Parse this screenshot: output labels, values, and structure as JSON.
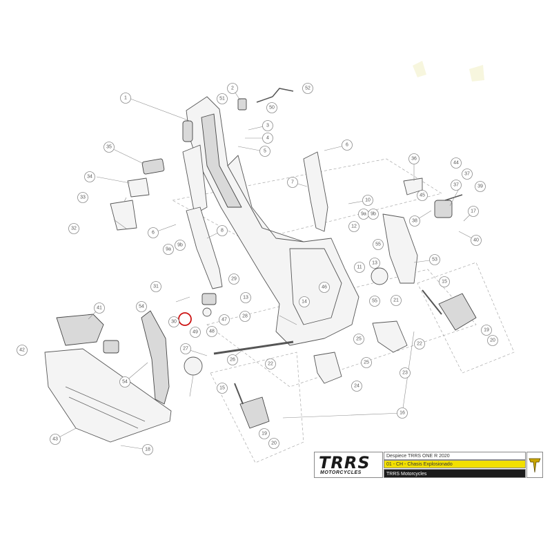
{
  "title_block": {
    "brand": "TRRS",
    "brand_sub": "MOTORCYCLES",
    "line1": "Despiece TRRS ONE R 2020",
    "line2": "01 - CH - Chasis Explosionado",
    "line3": "TRRS Motorcycles",
    "accent_color": "#f2e000",
    "dark_color": "#1c1c1c"
  },
  "highlight_color": "#cc1111",
  "callouts": [
    {
      "label": "1"
    },
    {
      "label": "2"
    },
    {
      "label": "3"
    },
    {
      "label": "4"
    },
    {
      "label": "5"
    },
    {
      "label": "6"
    },
    {
      "label": "6"
    },
    {
      "label": "7"
    },
    {
      "label": "8"
    },
    {
      "label": "9a"
    },
    {
      "label": "9b"
    },
    {
      "label": "9a"
    },
    {
      "label": "9b"
    },
    {
      "label": "10"
    },
    {
      "label": "11"
    },
    {
      "label": "12"
    },
    {
      "label": "13"
    },
    {
      "label": "13"
    },
    {
      "label": "14"
    },
    {
      "label": "15"
    },
    {
      "label": "15"
    },
    {
      "label": "16"
    },
    {
      "label": "17"
    },
    {
      "label": "18"
    },
    {
      "label": "19"
    },
    {
      "label": "19"
    },
    {
      "label": "20"
    },
    {
      "label": "20"
    },
    {
      "label": "21"
    },
    {
      "label": "22"
    },
    {
      "label": "22"
    },
    {
      "label": "23"
    },
    {
      "label": "24"
    },
    {
      "label": "25"
    },
    {
      "label": "25"
    },
    {
      "label": "26"
    },
    {
      "label": "27"
    },
    {
      "label": "28"
    },
    {
      "label": "29"
    },
    {
      "label": "30"
    },
    {
      "label": "31"
    },
    {
      "label": "32"
    },
    {
      "label": "33"
    },
    {
      "label": "34"
    },
    {
      "label": "35"
    },
    {
      "label": "36"
    },
    {
      "label": "37"
    },
    {
      "label": "37"
    },
    {
      "label": "38"
    },
    {
      "label": "39"
    },
    {
      "label": "40"
    },
    {
      "label": "41"
    },
    {
      "label": "42"
    },
    {
      "label": "43"
    },
    {
      "label": "44"
    },
    {
      "label": "45"
    },
    {
      "label": "46"
    },
    {
      "label": "47"
    },
    {
      "label": "48"
    },
    {
      "label": "49"
    },
    {
      "label": "50"
    },
    {
      "label": "51"
    },
    {
      "label": "52"
    },
    {
      "label": "53"
    },
    {
      "label": "54"
    },
    {
      "label": "54"
    },
    {
      "label": "55"
    },
    {
      "label": "55"
    }
  ]
}
